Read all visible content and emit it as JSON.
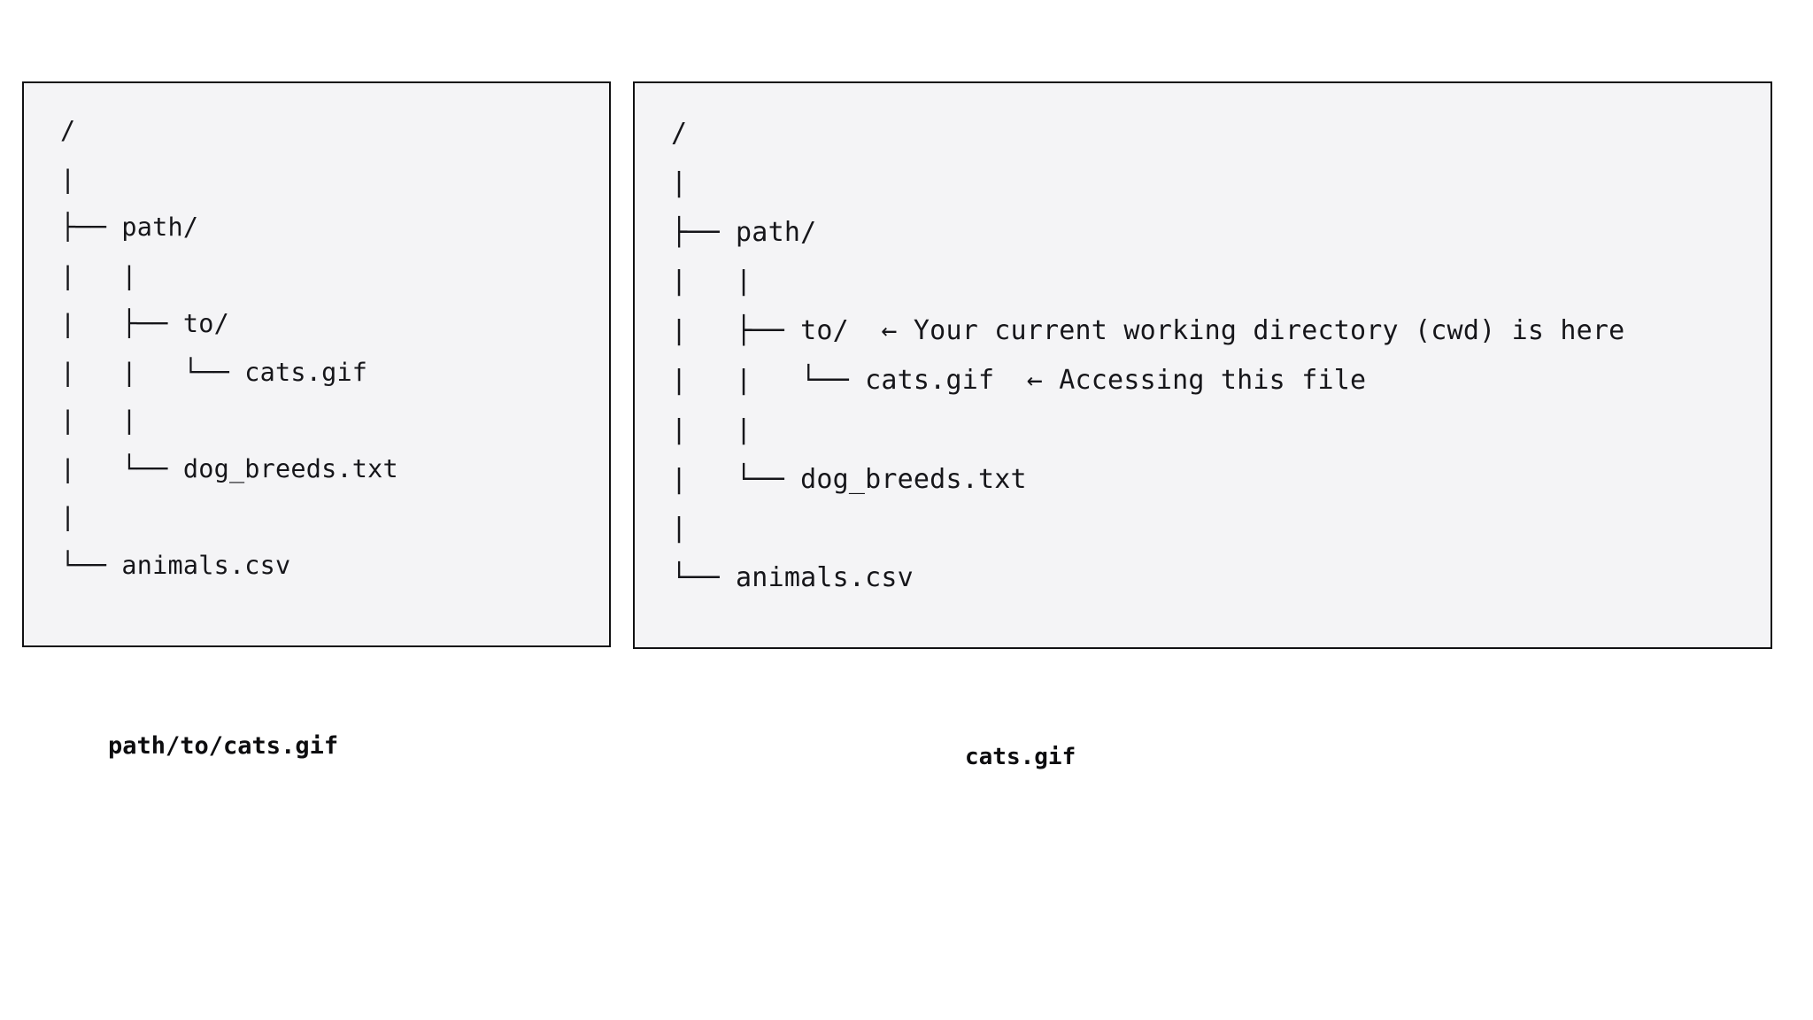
{
  "page": {
    "background_color": "#ffffff",
    "panel_background_color": "#f4f4f6",
    "panel_border_color": "#111113",
    "text_color": "#16161a"
  },
  "panels": [
    {
      "id": "absolute-path-panel",
      "tree_text": "/\n|\n├── path/\n|   |\n|   ├── to/\n|   |   └── cats.gif\n|   |\n|   └── dog_breeds.txt\n|\n└── animals.csv",
      "caption": "path/to/cats.gif",
      "tree_lines": [
        "/",
        "|",
        "├── path/",
        "|   |",
        "|   ├── to/",
        "|   |   └── cats.gif",
        "|   |",
        "|   └── dog_breeds.txt",
        "|",
        "└── animals.csv"
      ],
      "nodes": [
        {
          "name": "/",
          "type": "directory",
          "depth": 0
        },
        {
          "name": "path/",
          "type": "directory",
          "depth": 1
        },
        {
          "name": "to/",
          "type": "directory",
          "depth": 2
        },
        {
          "name": "cats.gif",
          "type": "file",
          "depth": 3
        },
        {
          "name": "dog_breeds.txt",
          "type": "file",
          "depth": 2
        },
        {
          "name": "animals.csv",
          "type": "file",
          "depth": 1
        }
      ]
    },
    {
      "id": "relative-path-panel",
      "tree_text": "/\n|\n├── path/\n|   |\n|   ├── to/  ← Your current working directory (cwd) is here\n|   |   └── cats.gif  ← Accessing this file\n|   |\n|   └── dog_breeds.txt\n|\n└── animals.csv",
      "caption": "cats.gif",
      "tree_lines": [
        "/",
        "|",
        "├── path/",
        "|   |",
        "|   ├── to/  ← Your current working directory (cwd) is here",
        "|   |   └── cats.gif  ← Accessing this file",
        "|   |",
        "|   └── dog_breeds.txt",
        "|",
        "└── animals.csv"
      ],
      "annotations": [
        {
          "target": "to/",
          "arrow": "←",
          "text": "Your current working directory (cwd) is here"
        },
        {
          "target": "cats.gif",
          "arrow": "←",
          "text": "Accessing this file"
        }
      ],
      "nodes": [
        {
          "name": "/",
          "type": "directory",
          "depth": 0
        },
        {
          "name": "path/",
          "type": "directory",
          "depth": 1
        },
        {
          "name": "to/",
          "type": "directory",
          "depth": 2
        },
        {
          "name": "cats.gif",
          "type": "file",
          "depth": 3
        },
        {
          "name": "dog_breeds.txt",
          "type": "file",
          "depth": 2
        },
        {
          "name": "animals.csv",
          "type": "file",
          "depth": 1
        }
      ]
    }
  ]
}
